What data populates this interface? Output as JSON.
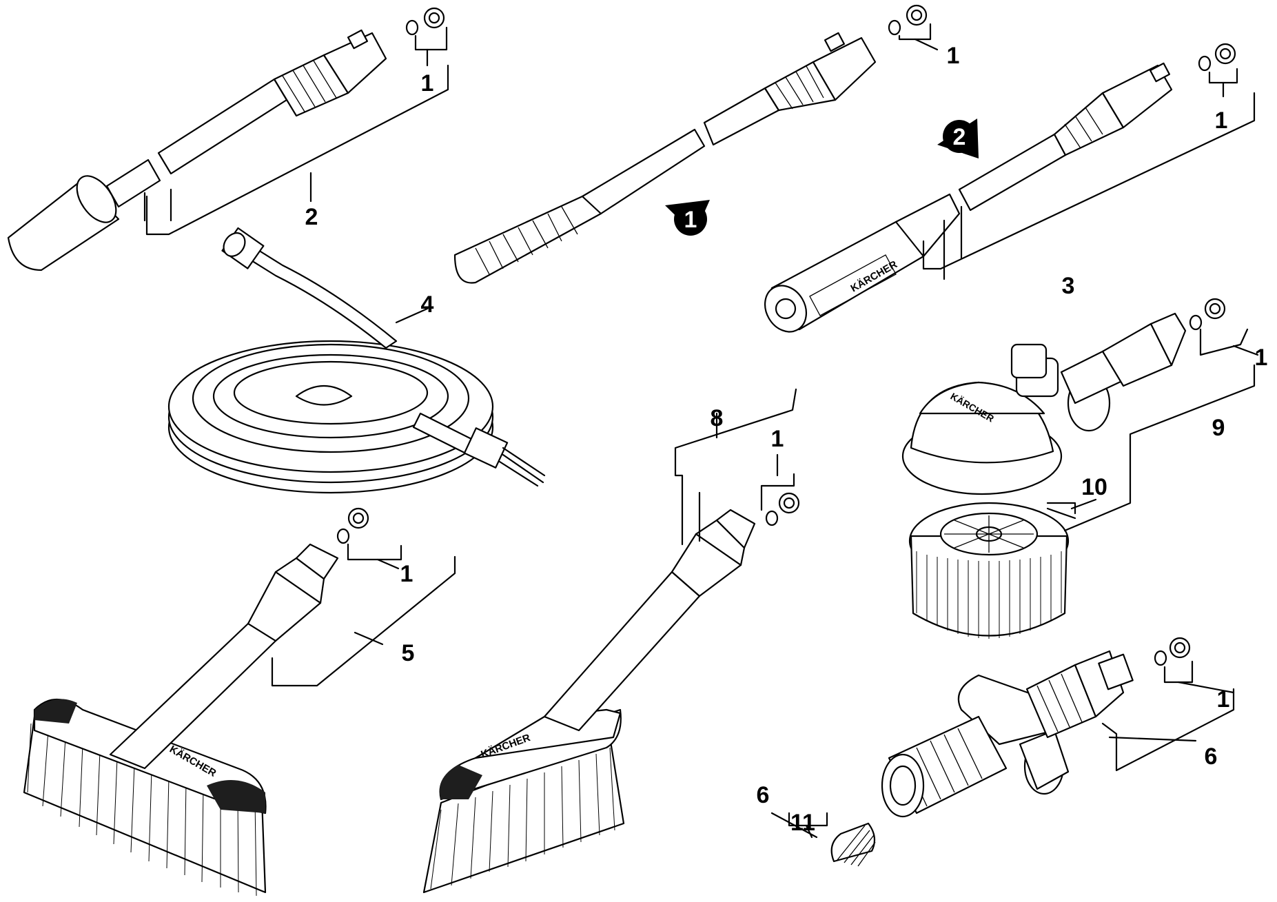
{
  "diagram": {
    "labels": {
      "l1_top_left": "1",
      "l1_top_mid": "1",
      "l1_top_right": "1",
      "l1_brush_rot": "1",
      "l1_brush_8": "1",
      "l1_brush_5": "1",
      "l1_foam": "1",
      "l2": "2",
      "l3": "3",
      "l4": "4",
      "l5": "5",
      "l6_foam": "6",
      "l6_spring": "6",
      "l8": "8",
      "l9": "9",
      "l10": "10",
      "l11": "11"
    },
    "steps": {
      "step1": "1",
      "step2": "2"
    },
    "brand_text": "KÄRCHER",
    "colors": {
      "line": "#000000",
      "background": "#ffffff"
    }
  }
}
